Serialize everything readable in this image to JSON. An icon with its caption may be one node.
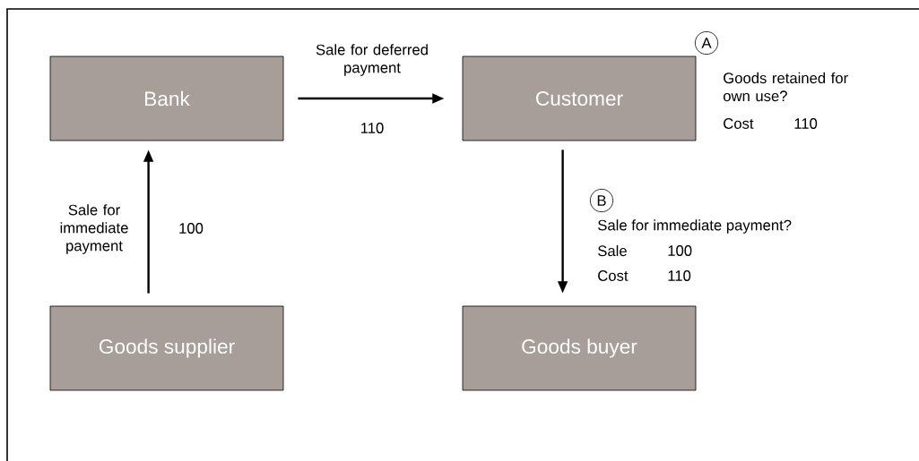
{
  "diagram": {
    "nodes": [
      {
        "text": [
          "Bank"
        ]
      },
      {
        "text": [
          "Customer"
        ]
      },
      {
        "text": [
          "Goods supplier"
        ]
      },
      {
        "text": [
          "Goods buyer"
        ]
      }
    ],
    "edges": [
      {
        "from": 0,
        "to": 1,
        "arrow": "to",
        "label": "Sale for deferred payment"
      },
      {
        "from": 2,
        "to": 0,
        "arrow": "to",
        "label": "Sale for immediate payment"
      },
      {
        "from": 1,
        "to": 3,
        "arrow": "to"
      }
    ],
    "labels": [
      "110",
      "100",
      "A",
      "Goods retained for own use?",
      "Cost",
      "110",
      "B",
      "Sale for immediate payment?",
      "Sale",
      "100",
      "Cost",
      "110"
    ]
  }
}
